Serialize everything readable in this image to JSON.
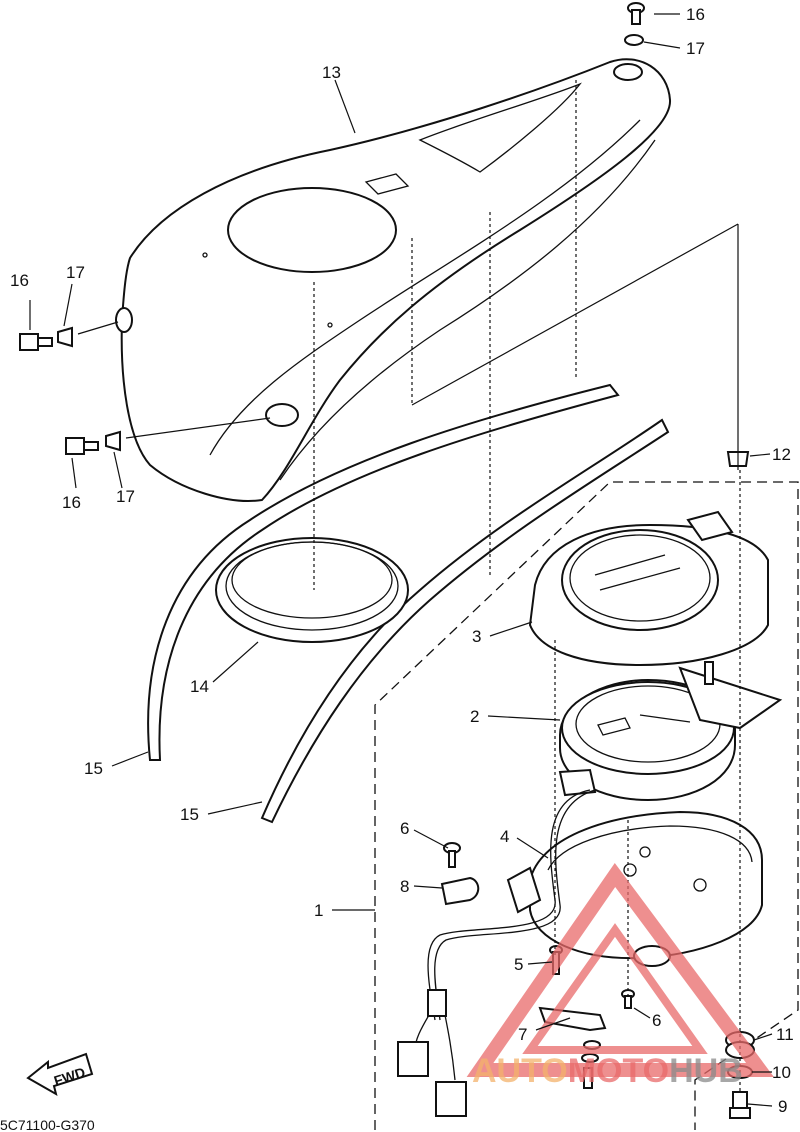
{
  "diagram": {
    "code": "5C71100-G370",
    "fwd_label": "FWD",
    "callouts": {
      "c1": "1",
      "c2": "2",
      "c3": "3",
      "c4": "4",
      "c5": "5",
      "c6a": "6",
      "c6b": "6",
      "c7": "7",
      "c8": "8",
      "c9": "9",
      "c10": "10",
      "c11": "11",
      "c12": "12",
      "c13": "13",
      "c14": "14",
      "c15a": "15",
      "c15b": "15",
      "c16a": "16",
      "c16b": "16",
      "c16c": "16",
      "c17a": "17",
      "c17b": "17",
      "c17c": "17"
    }
  },
  "watermark": {
    "auto": "AUTO",
    "moto": "MOTO",
    "hub": "HUB"
  }
}
